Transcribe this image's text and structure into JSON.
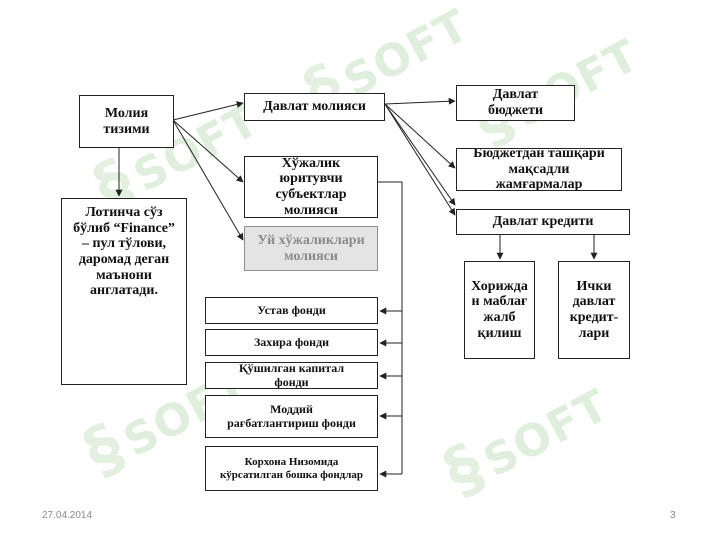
{
  "watermark": {
    "icon": "sofi-logo-icon",
    "text": "SOFT",
    "color": "#dfeedd"
  },
  "boxes": {
    "moliya_tizimi": "Молия\nтизими",
    "lotincha": "Лотинча сўз\nбўлиб “Finance”\n– пул тўлови,\nдаромад деган\nмаънони\nанглатади.",
    "davlat_moliyasi": "Давлат молияси",
    "xojalik": "Хўжалик\nюритувчи\nсубъектлар\nмолияси",
    "uy_xojaliklari": "Уй хўжаликлари\nмолияси",
    "ustav": "Устав фонди",
    "zaxira": "Захира фонди",
    "qoshilgan": "Қўшилган капитал\nфонди",
    "moddiy": "Моддий\nрағбатлантириш фонди",
    "korxona": "Корхона Низомида\nкўрсатилган бошка фондлар",
    "davlat_budjeti": "Давлат\nбюджети",
    "budjetdan_tashqari": "Бюджетдан ташқари\nмақсадли\nжамғармалар",
    "davlat_krediti": "Давлат кредити",
    "xorijda": "Хорижда\nн маблағ\nжалб\nқилиш",
    "ichki": "Ички\nдавлат\nкредит-\nлари"
  },
  "footer": {
    "date": "27.04.2014",
    "page": "3"
  }
}
